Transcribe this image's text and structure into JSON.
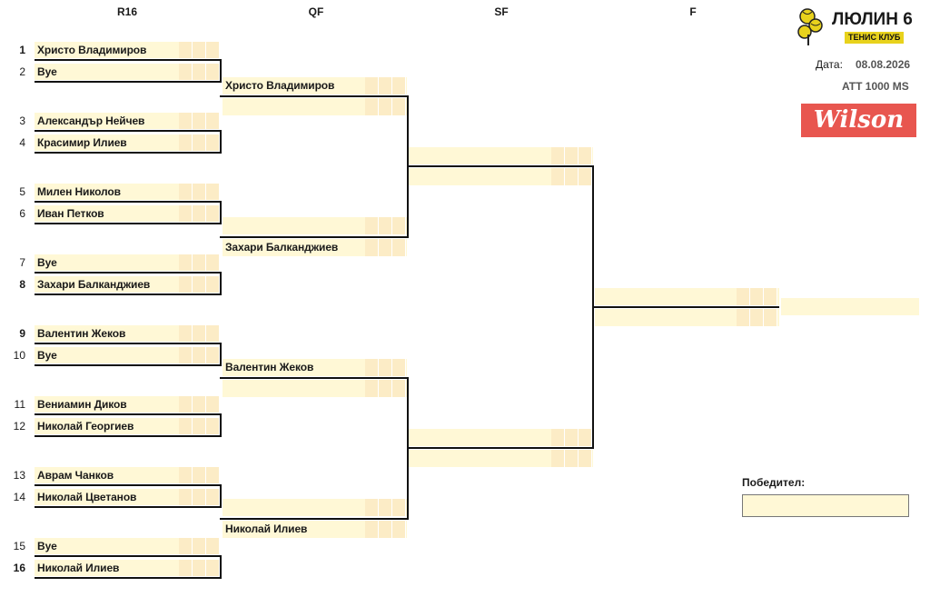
{
  "rounds": [
    "R16",
    "QF",
    "SF",
    "F"
  ],
  "logo": {
    "title": "ЛЮЛИН 6",
    "subtitle": "ТЕНИС КЛУБ"
  },
  "meta": {
    "date_label": "Дата:",
    "date_value": "08.08.2026",
    "tournament": "ATT 1000 MS"
  },
  "sponsor": "Wilson",
  "winner_label": "Победител:",
  "r16": [
    {
      "seed": "1",
      "name": "Христо Владимиров",
      "bold": true
    },
    {
      "seed": "2",
      "name": "Bye",
      "bold": false
    },
    {
      "seed": "3",
      "name": "Александър Нейчев",
      "bold": false
    },
    {
      "seed": "4",
      "name": "Красимир Илиев",
      "bold": false
    },
    {
      "seed": "5",
      "name": "Милен Николов",
      "bold": false
    },
    {
      "seed": "6",
      "name": "Иван Петков",
      "bold": false
    },
    {
      "seed": "7",
      "name": "Bye",
      "bold": false
    },
    {
      "seed": "8",
      "name": "Захари Балканджиев",
      "bold": true
    },
    {
      "seed": "9",
      "name": "Валентин Жеков",
      "bold": true
    },
    {
      "seed": "10",
      "name": "Bye",
      "bold": false
    },
    {
      "seed": "11",
      "name": "Вениамин Диков",
      "bold": false
    },
    {
      "seed": "12",
      "name": "Николай Георгиев",
      "bold": false
    },
    {
      "seed": "13",
      "name": "Аврам Чанков",
      "bold": false
    },
    {
      "seed": "14",
      "name": "Николай Цветанов",
      "bold": false
    },
    {
      "seed": "15",
      "name": "Bye",
      "bold": false
    },
    {
      "seed": "16",
      "name": "Николай Илиев",
      "bold": true
    }
  ],
  "qf": [
    "Христо Владимиров",
    "",
    "",
    "Захари Балканджиев",
    "Валентин Жеков",
    "",
    "",
    "Николай Илиев"
  ],
  "sf": [
    "",
    "",
    "",
    ""
  ],
  "final": [
    "",
    ""
  ],
  "winner": "",
  "colors": {
    "slot": "#fff8d6",
    "score": "#fcecc6",
    "line": "#111111",
    "wilson": "#e8564f",
    "logo_ball": "#e8d21c"
  }
}
